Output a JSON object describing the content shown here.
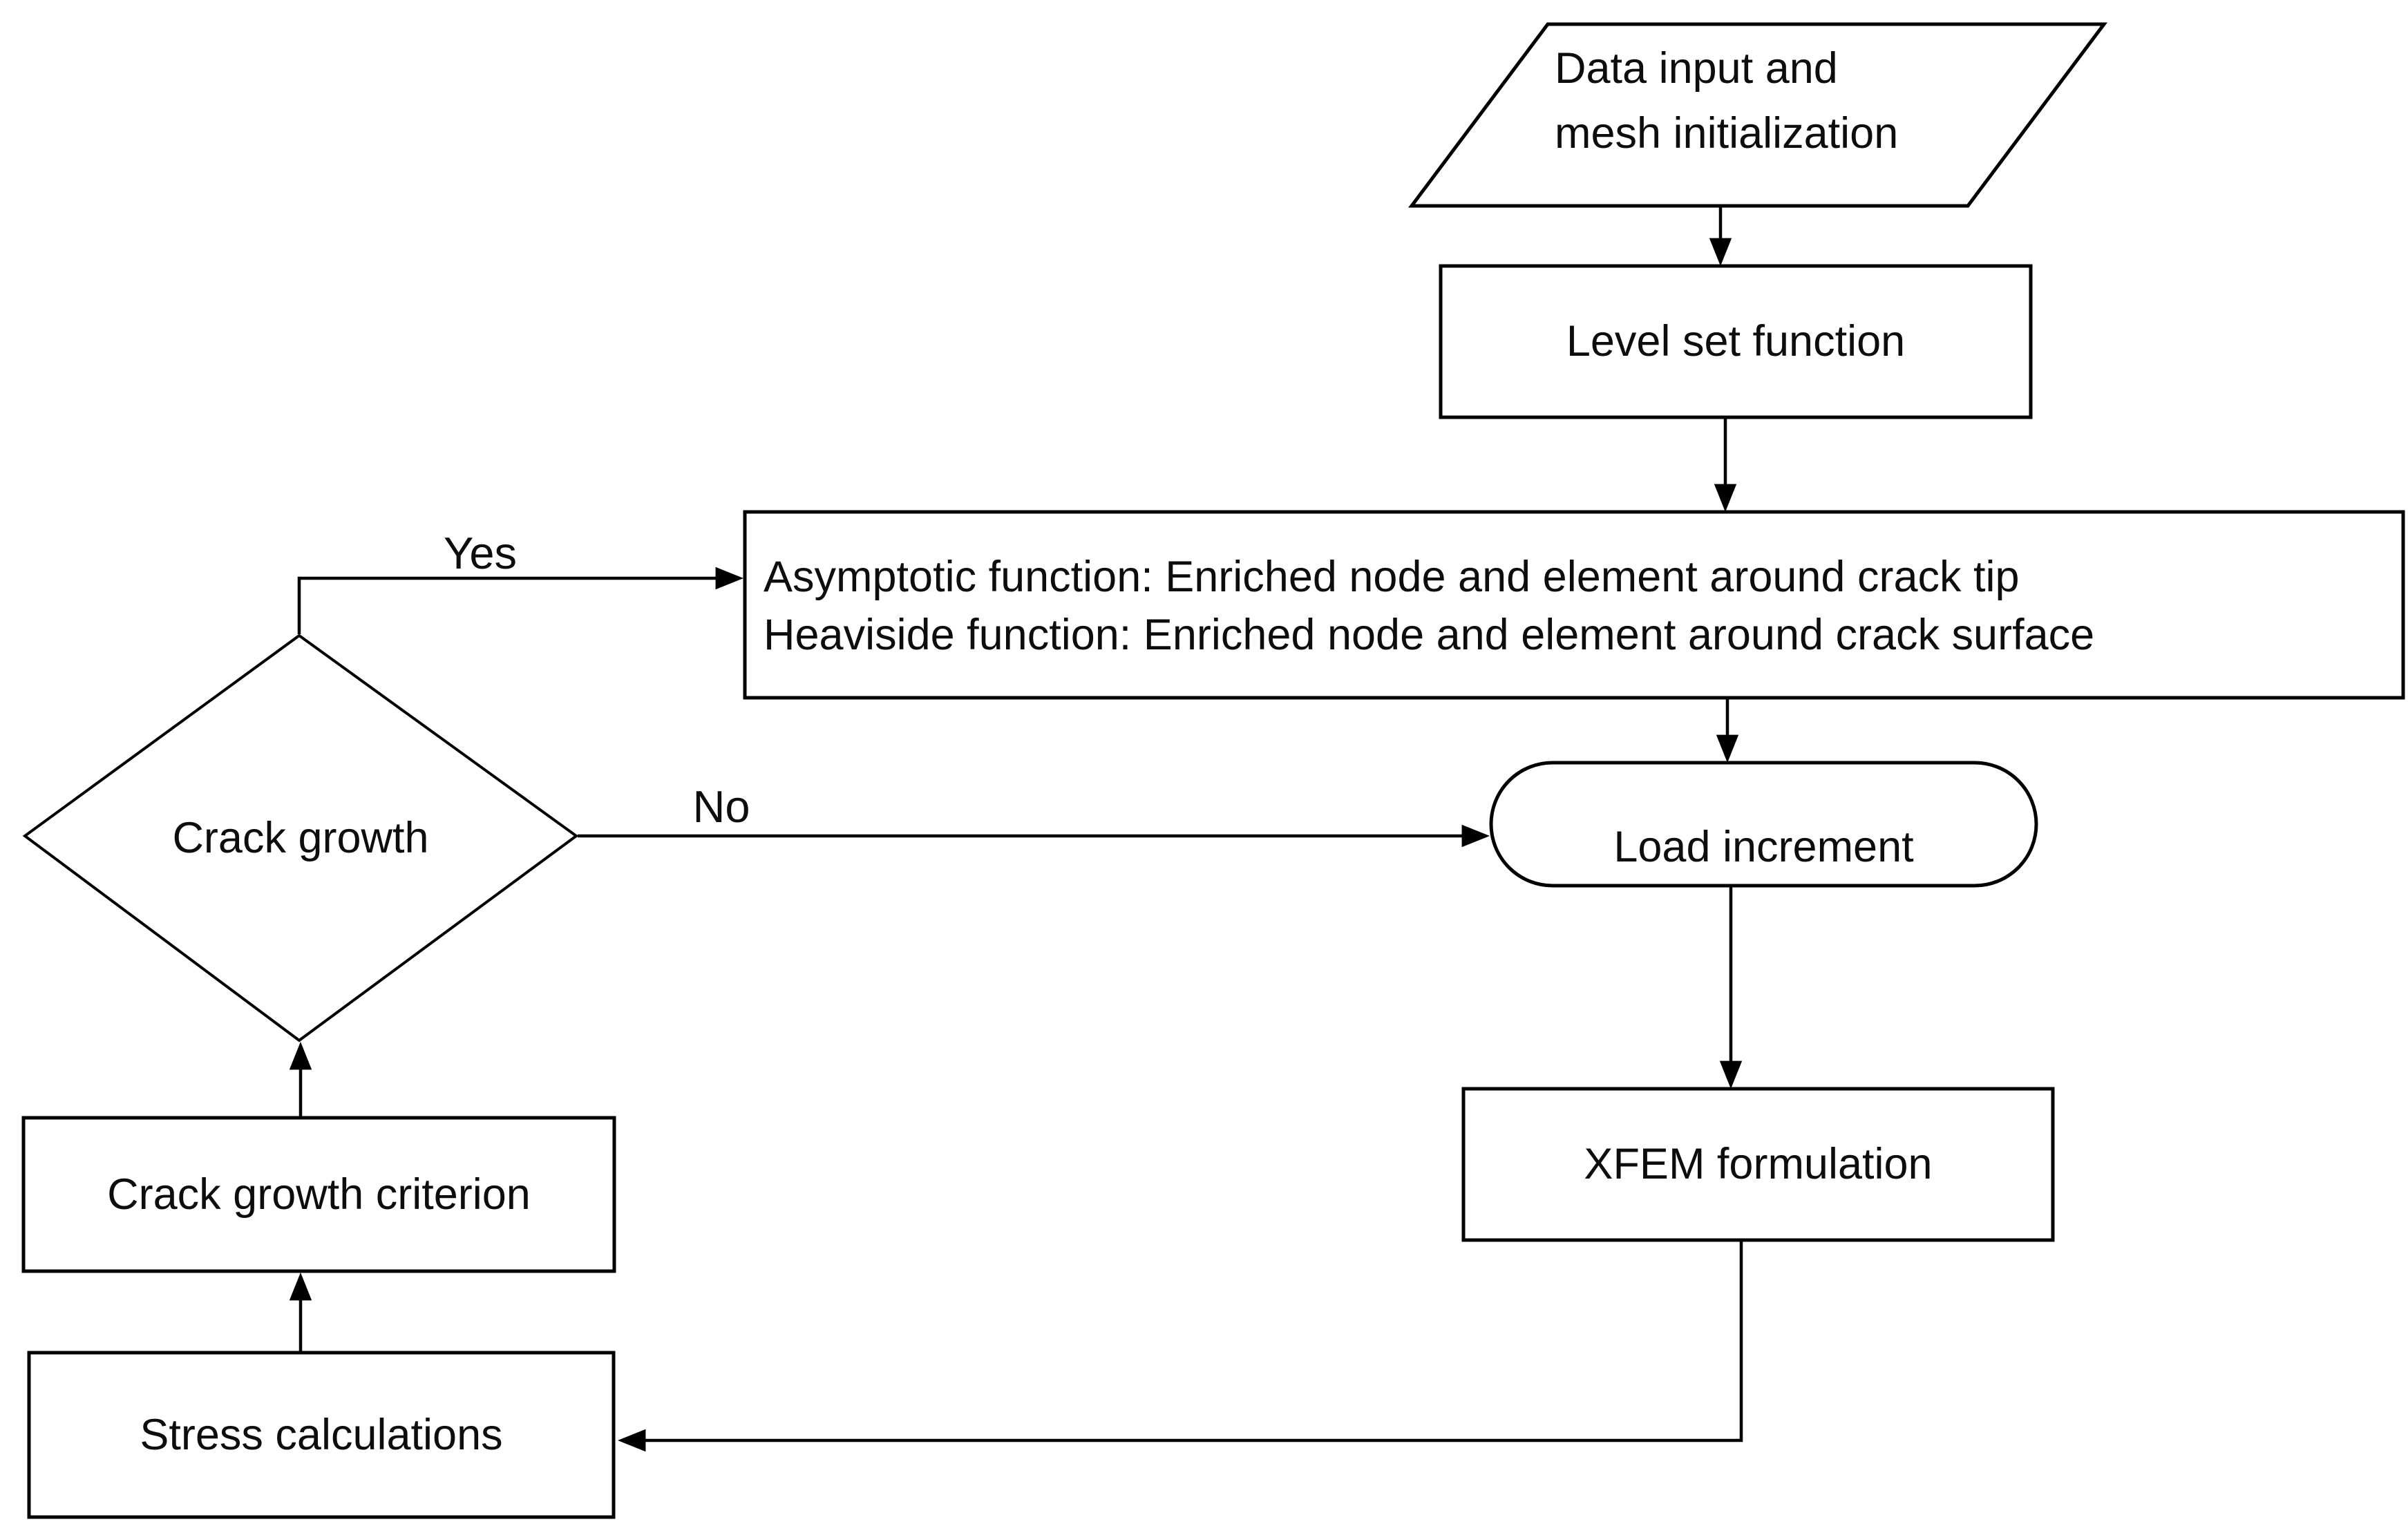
{
  "diagram": {
    "nodes": {
      "data_input": {
        "shape": "parallelogram",
        "line1": "Data input and",
        "line2": "mesh initialization"
      },
      "level_set": {
        "shape": "rectangle",
        "label": "Level set function"
      },
      "enrichment": {
        "shape": "rectangle",
        "line1": "Asymptotic function: Enriched node and element around crack tip",
        "line2": "Heaviside function: Enriched node and element around crack surface"
      },
      "load_increment": {
        "shape": "stadium",
        "label": "Load increment"
      },
      "xfem": {
        "shape": "rectangle",
        "label": "XFEM formulation"
      },
      "stress": {
        "shape": "rectangle",
        "label": "Stress calculations"
      },
      "criterion": {
        "shape": "rectangle",
        "label": "Crack growth criterion"
      },
      "crack_growth": {
        "shape": "diamond",
        "label": "Crack growth"
      }
    },
    "edges": {
      "yes_label": "Yes",
      "no_label": "No"
    },
    "colors": {
      "stroke": "#000000",
      "text": "#0d0d0d",
      "background": "#ffffff"
    }
  }
}
